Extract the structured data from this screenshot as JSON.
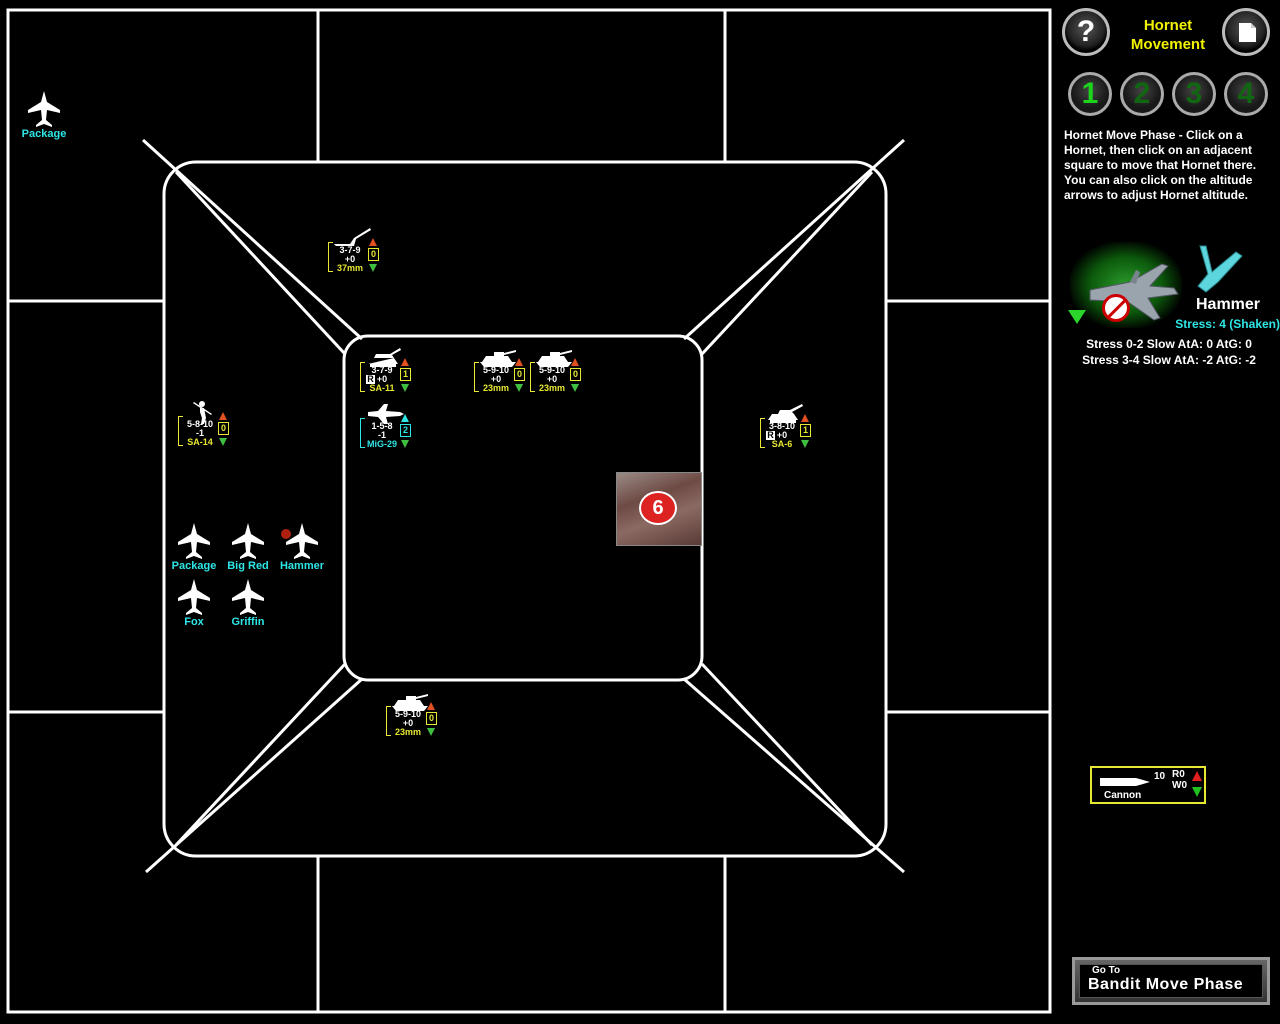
{
  "phase_title": [
    "Hornet",
    "Movement"
  ],
  "phase_buttons": [
    "1",
    "2",
    "3",
    "4"
  ],
  "instructions": "Hornet Move Phase - Click on a Hornet, then click on an adjacent square to move that Hornet there. You can also click on the altitude arrows to adjust Hornet altitude.",
  "selected_pilot": {
    "name": "Hammer",
    "stress": "Stress: 4 (Shaken)",
    "modifiers": [
      "Stress 0-2 Slow AtA: 0 AtG: 0",
      "Stress 3-4 Slow AtA: -2 AtG: -2"
    ]
  },
  "weapon": {
    "name": "Cannon",
    "count": "10",
    "r": "R0",
    "w": "W0"
  },
  "next_phase_button": {
    "line1": "Go To",
    "line2": "Bandit Move Phase"
  },
  "target_marker": "6",
  "hornets": [
    {
      "name": "Package",
      "id": "pkg-outer"
    },
    {
      "name": "Package",
      "id": "pkg"
    },
    {
      "name": "Big Red",
      "id": "bigred"
    },
    {
      "name": "Hammer",
      "id": "hammer"
    },
    {
      "name": "Fox",
      "id": "fox"
    },
    {
      "name": "Griffin",
      "id": "griffin"
    }
  ],
  "enemy_units": [
    {
      "id": "aaa37",
      "stats": "3-7-9",
      "mod": "+0",
      "alt": "0",
      "type": "37mm",
      "icon": "aaa-gun-icon"
    },
    {
      "id": "sa11",
      "stats": "3-7-9",
      "mod": "+0",
      "alt": "1",
      "type": "SA-11",
      "radar": "R",
      "icon": "sam-vehicle-icon"
    },
    {
      "id": "zsu1",
      "stats": "5-9-10",
      "mod": "+0",
      "alt": "0",
      "type": "23mm",
      "icon": "zsu-tank-icon"
    },
    {
      "id": "zsu2",
      "stats": "5-9-10",
      "mod": "+0",
      "alt": "0",
      "type": "23mm",
      "icon": "zsu-tank-icon"
    },
    {
      "id": "mig29",
      "stats": "1-5-8",
      "mod": "-1",
      "alt": "2",
      "type": "MiG-29",
      "icon": "mig-icon"
    },
    {
      "id": "sa14",
      "stats": "5-8-10",
      "mod": "-1",
      "alt": "0",
      "type": "SA-14",
      "icon": "manpad-soldier-icon"
    },
    {
      "id": "sa6",
      "stats": "3-8-10",
      "mod": "+0",
      "alt": "1",
      "type": "SA-6",
      "radar": "R",
      "icon": "sam-launcher-icon"
    },
    {
      "id": "zsu3",
      "stats": "5-9-10",
      "mod": "+0",
      "alt": "0",
      "type": "23mm",
      "icon": "zsu-tank-icon"
    }
  ],
  "colors": {
    "hornet_label": "#2ee6e6",
    "enemy_label": "#e8e832",
    "mig_label": "#2ee6e6",
    "title": "#f2f200",
    "stress": "#2ee6e6",
    "alt_up": "#e05020",
    "alt_down": "#40c040"
  }
}
